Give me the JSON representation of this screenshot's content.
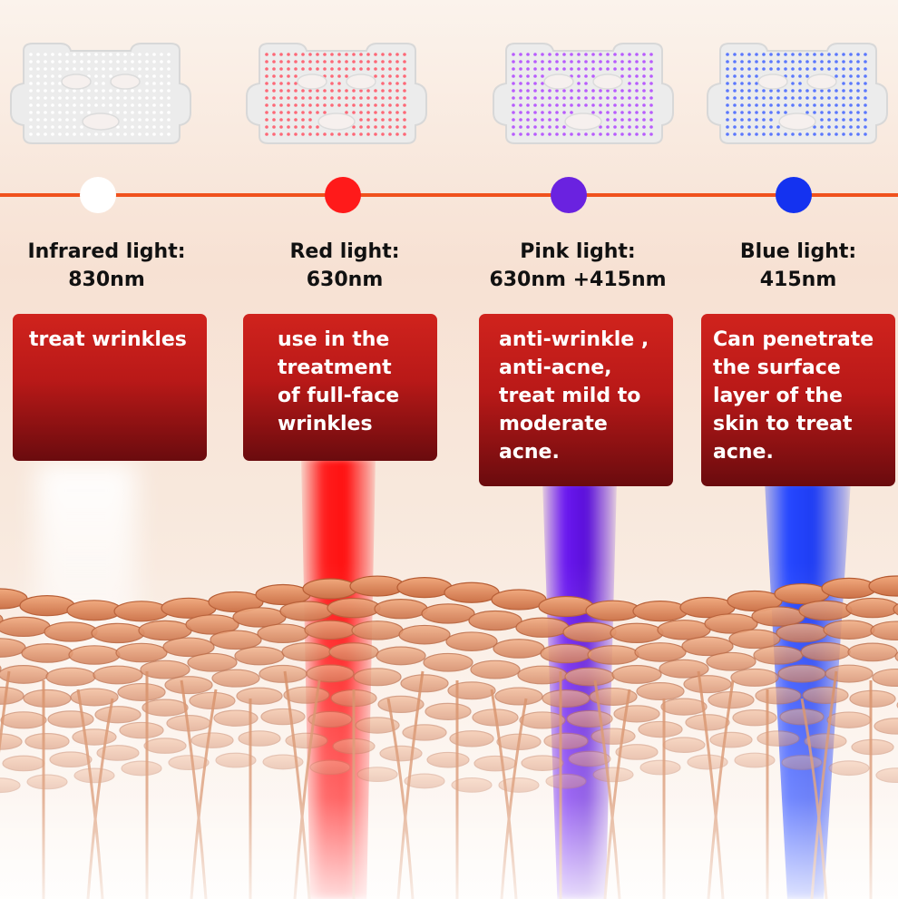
{
  "lights": [
    {
      "name": "Infrared light:",
      "wavelength": "830nm",
      "description": "treat wrinkles",
      "dot_color": "#ffffff",
      "mask_led": "#ffffff"
    },
    {
      "name": "Red light:",
      "wavelength": "630nm",
      "description": "use in the\ntreatment\nof full-face\nwrinkles",
      "dot_color": "#ff1a1a",
      "mask_led": "#ff5a6a"
    },
    {
      "name": "Pink light:",
      "wavelength": "630nm +415nm",
      "description": "anti-wrinkle ,\nanti-acne,\ntreat mild to\nmoderate\nacne.",
      "dot_color": "#6a22e0",
      "mask_led": "#b24cff"
    },
    {
      "name": "Blue light:",
      "wavelength": "415nm",
      "description": "Can penetrate\nthe surface\nlayer of the\nskin to treat\nacne.",
      "dot_color": "#1432f0",
      "mask_led": "#4a6bff"
    }
  ],
  "colors": {
    "timeline": "#f0521e",
    "card_top": "#d0231d",
    "card_bottom": "#6a0b0e",
    "skin": "#e0895a"
  }
}
